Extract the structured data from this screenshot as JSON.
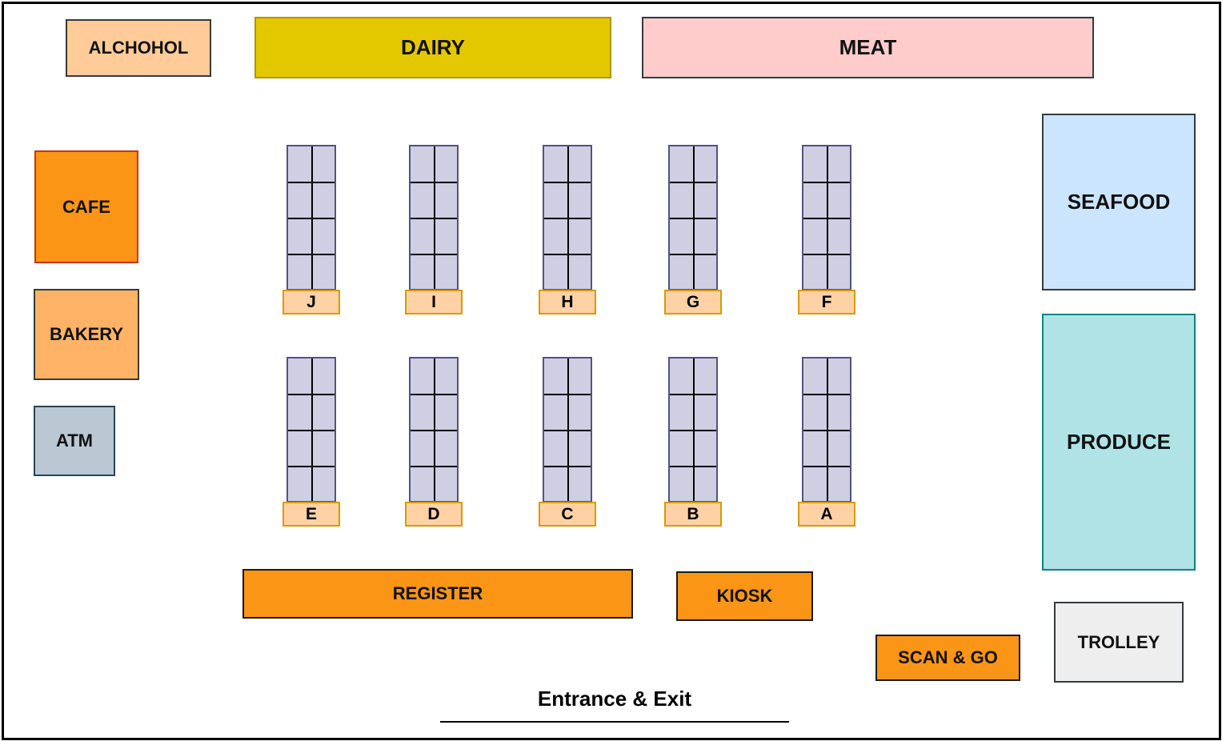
{
  "departments": {
    "alchohol": "ALCHOHOL",
    "dairy": "DAIRY",
    "meat": "MEAT",
    "cafe": "CAFE",
    "bakery": "BAKERY",
    "atm": "ATM",
    "seafood": "SEAFOOD",
    "produce": "PRODUCE",
    "register": "REGISTER",
    "kiosk": "KIOSK",
    "scan_and_go": "SCAN & GO",
    "trolley": "TROLLEY"
  },
  "aisles_top": [
    "J",
    "I",
    "H",
    "G",
    "F"
  ],
  "aisles_bottom": [
    "E",
    "D",
    "C",
    "B",
    "A"
  ],
  "entrance": "Entrance & Exit",
  "colors": {
    "alchohol": "#ffcc99",
    "dairy": "#e3c800",
    "meat": "#ffcccc",
    "cafe": "#fa9516",
    "bakery": "#ffb366",
    "atm": "#bac8d3",
    "seafood": "#cce5ff",
    "produce": "#b0e3e6",
    "register": "#fa9516",
    "kiosk": "#fa9516",
    "scan_and_go": "#fa9516",
    "trolley": "#eeeeee",
    "shelf": "#d0cee2",
    "aisle_tag": "#ffd2a6"
  }
}
